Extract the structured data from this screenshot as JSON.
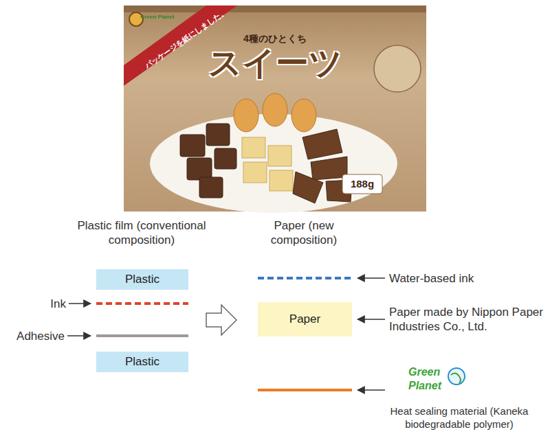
{
  "diagram": {
    "nodes": [
      {
        "text": [
          "Plastic"
        ]
      },
      {
        "text": [
          "Plastic"
        ]
      },
      {
        "text": [
          "Paper"
        ]
      }
    ],
    "labels": [
      "Green Planet",
      "パッケージを紙にしました。",
      "4種のひとくち",
      "スイーツ",
      "188g",
      "Plastic film (conventional composition)",
      "Paper (new composition)",
      "Ink",
      "Adhesive",
      "Water-based ink",
      "Paper made by Nippon Paper Industries Co., Ltd.",
      "Green Planet",
      "Heat sealing material (Kaneka biodegradable polymer)"
    ]
  }
}
